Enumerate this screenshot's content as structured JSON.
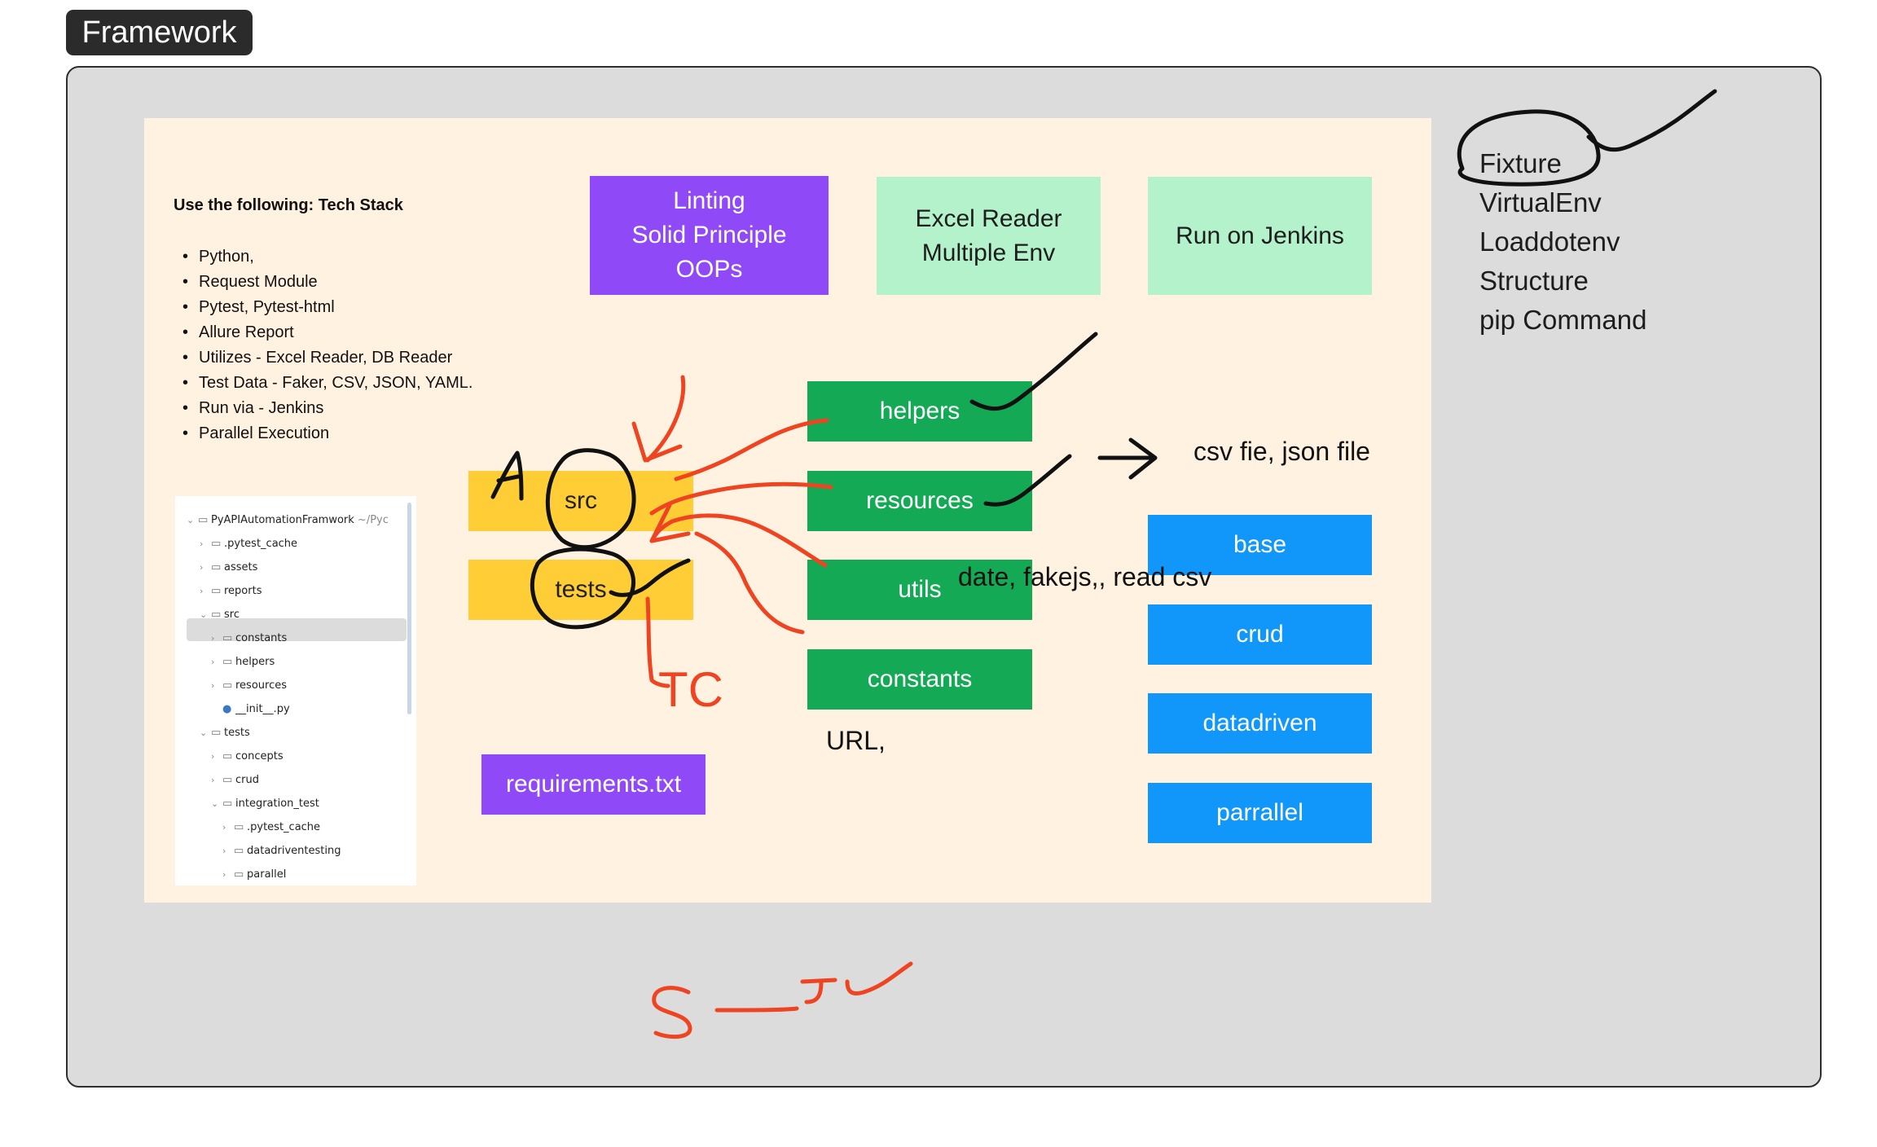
{
  "frame_title": "Framework",
  "tech_stack": {
    "heading": "Use the following: Tech Stack",
    "items": [
      "Python,",
      "Request Module",
      "Pytest, Pytest-html",
      "Allure Report",
      "Utilizes - Excel Reader, DB Reader",
      "Test Data - Faker, CSV, JSON, YAML.",
      "Run via  - Jenkins",
      "Parallel Execution"
    ]
  },
  "project_tree": {
    "root": "PyAPIAutomationFramwork",
    "root_path": "~/Pyc",
    "nodes": [
      ".pytest_cache",
      "assets",
      "reports",
      "src",
      "constants",
      "helpers",
      "resources",
      "__init__.py",
      "tests",
      "concepts",
      "crud",
      "integration_test",
      ".pytest_cache",
      "datadriventesting",
      "parallel"
    ]
  },
  "boxes": {
    "linting": "Linting\nSolid Principle\nOOPs",
    "excel": "Excel Reader\nMultiple Env",
    "jenkins": "Run on Jenkins",
    "src": "src",
    "tests": "tests",
    "helpers": "helpers",
    "resources": "resources",
    "utils": "utils",
    "constants": "constants",
    "requirements": "requirements.txt",
    "base": "base",
    "crud": "crud",
    "datadriven": "datadriven",
    "parrallel": "parrallel"
  },
  "annotations": {
    "resources_note": "csv fie, json file",
    "utils_note": "date, fakejs,, read csv",
    "constants_note": "URL,",
    "tc_note": "TC"
  },
  "side_list": [
    "Fixture",
    "VirtualEnv",
    "Loaddotenv",
    "Structure",
    "pip Command"
  ],
  "colors": {
    "purple": "#9049f7",
    "mint": "#b3f2ca",
    "green": "#14aa55",
    "yellow": "#ffce36",
    "blue": "#1196fa",
    "red_ink": "#ee4422",
    "black_ink": "#111111"
  }
}
